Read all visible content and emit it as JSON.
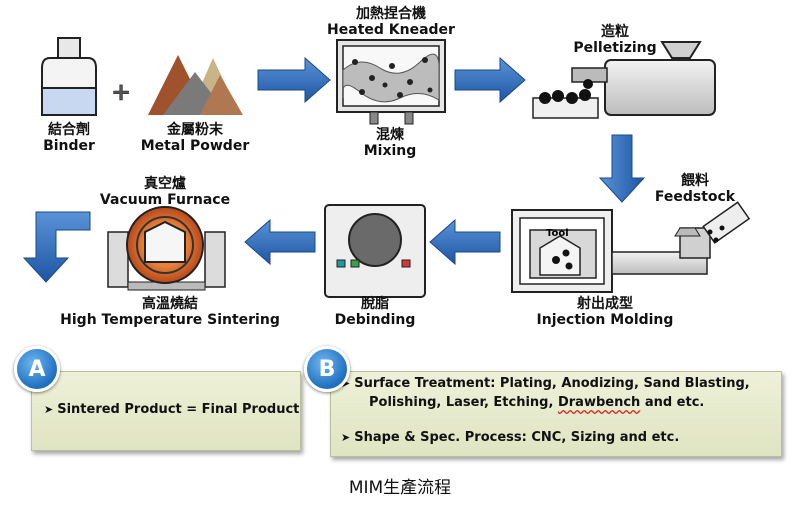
{
  "stages": {
    "binder": {
      "cn": "結合劑",
      "en": "Binder"
    },
    "metal_powder": {
      "cn": "金屬粉末",
      "en": "Metal Powder"
    },
    "kneader": {
      "cn": "加熱捏合機",
      "en": "Heated Kneader"
    },
    "mixing": {
      "cn": "混煉",
      "en": "Mixing"
    },
    "pelletizing": {
      "cn": "造粒",
      "en": "Pelletizing"
    },
    "feedstock": {
      "cn": "餵料",
      "en": "Feedstock"
    },
    "injection": {
      "cn": "射出成型",
      "en": "Injection Molding"
    },
    "tool": "Tool",
    "debinding": {
      "cn": "脫脂",
      "en": "Debinding"
    },
    "furnace": {
      "cn": "真空爐",
      "en": "Vacuum Furnace"
    },
    "sintering": {
      "cn": "高溫燒結",
      "en": "High Temperature Sintering"
    }
  },
  "plus_sign": "+",
  "box_a": {
    "badge": "A",
    "line1": "Sintered Product = Final Product"
  },
  "box_b": {
    "badge": "B",
    "line1": "Surface Treatment: Plating, Anodizing, Sand Blasting,",
    "line2_pre": "Polishing, Laser, Etching, ",
    "line2_wavy": "Drawbench",
    "line2_post": " and etc.",
    "line3": "Shape & Spec. Process: CNC, Sizing and etc."
  },
  "caption": "MIM生產流程",
  "colors": {
    "arrow": "#2e6dba",
    "box_bg": "#e4e8cb",
    "badge": "#2a7fd4"
  }
}
